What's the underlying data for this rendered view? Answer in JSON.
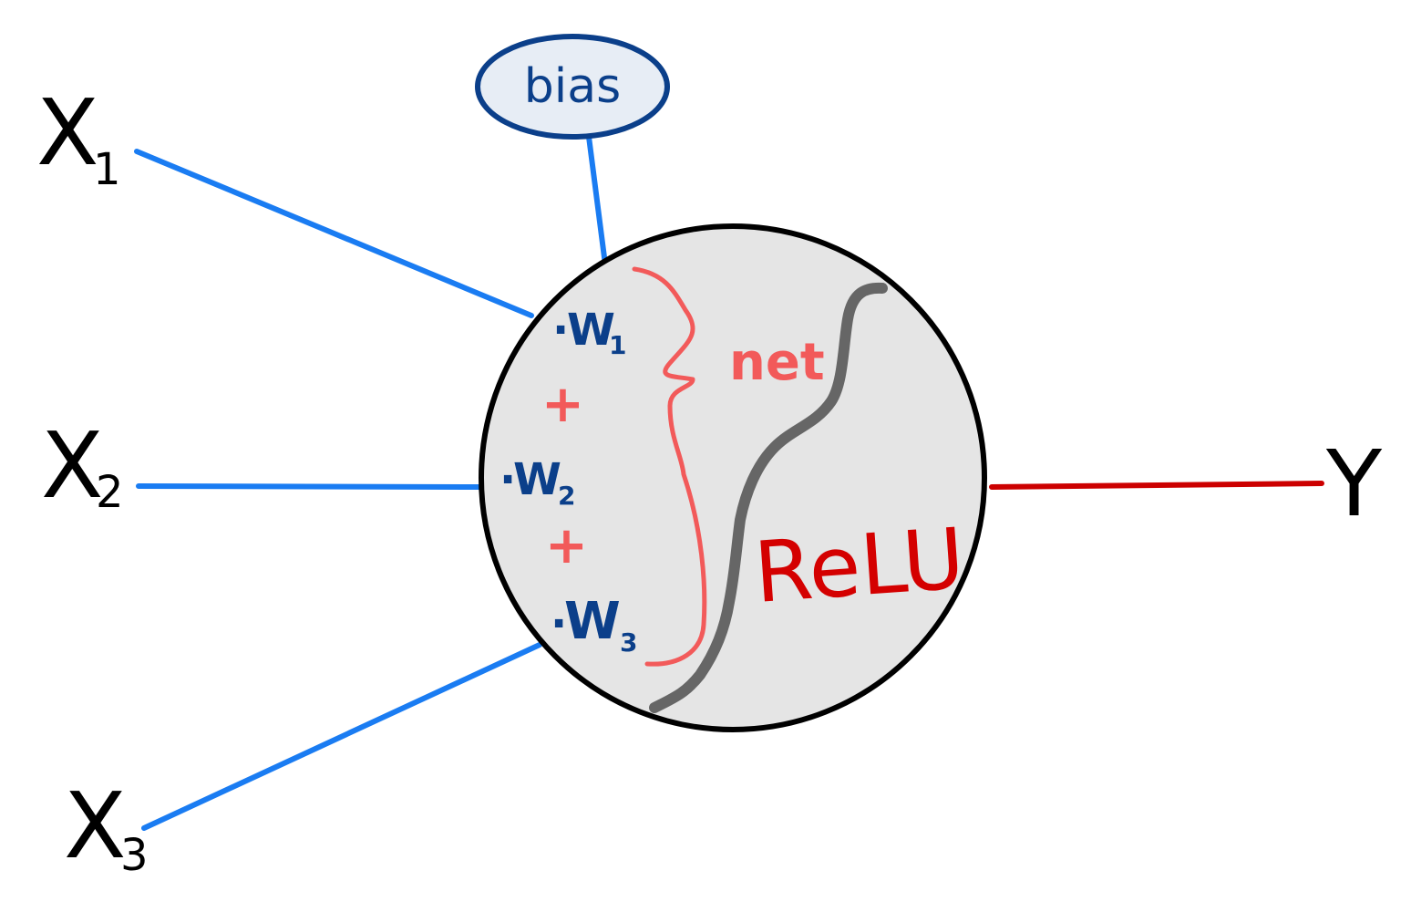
{
  "inputs": [
    {
      "letter": "X",
      "sub": "1"
    },
    {
      "letter": "X",
      "sub": "2"
    },
    {
      "letter": "X",
      "sub": "3"
    }
  ],
  "output": "Y",
  "bias": "bias",
  "weights": [
    {
      "prefix": "·",
      "letter": "W",
      "sub": "1"
    },
    {
      "prefix": "·",
      "letter": "W",
      "sub": "2"
    },
    {
      "prefix": "·",
      "letter": "W",
      "sub": "3"
    }
  ],
  "operators": {
    "plus": "+"
  },
  "net_label": "net",
  "activation": "ReLU",
  "colors": {
    "input_lines": "#1a7cf2",
    "output_line": "#cc0000",
    "neuron_fill": "#e5e5e5",
    "neuron_stroke": "#000000",
    "bias_fill": "#e7edf5",
    "bias_stroke": "#0b3f8a",
    "weights": "#0b3f8a",
    "net": "#f25a5a",
    "activation": "#d40000",
    "activation_curve": "#666666"
  }
}
